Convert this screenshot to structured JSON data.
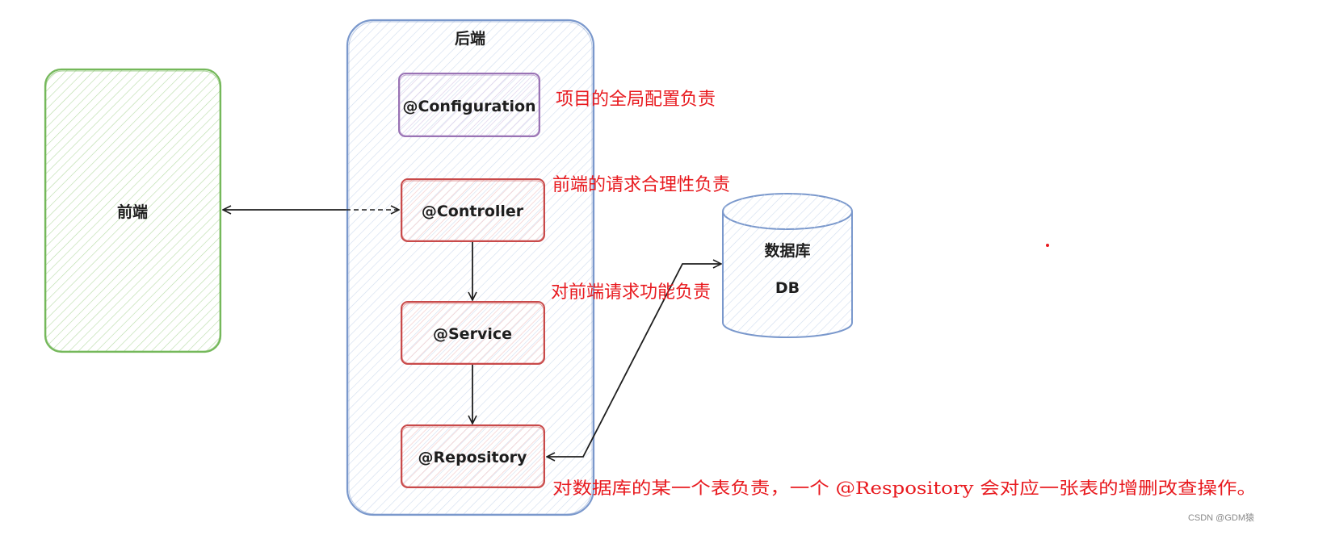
{
  "colors": {
    "frontend_stroke": "#74b85a",
    "backend_stroke": "#7a98cc",
    "config_stroke": "#9a73b5",
    "layer_stroke": "#c94a4a",
    "db_stroke": "#7a98cc",
    "note_color": "#e8191e",
    "arrow_color": "#1e1e1e"
  },
  "frontend": {
    "label": "前端"
  },
  "backend": {
    "title": "后端",
    "configuration": {
      "label": "@Configuration",
      "note": "项目的全局配置负责"
    },
    "controller": {
      "label": "@Controller",
      "note": "前端的请求合理性负责"
    },
    "service": {
      "label": "@Service",
      "note": "对前端请求功能负责"
    },
    "repository": {
      "label": "@Repository",
      "note": "对数据库的某一个表负责，一个 @Respository 会对应一张表的增删改查操作。"
    }
  },
  "database": {
    "label": "数据库",
    "sublabel": "DB"
  },
  "watermark": "CSDN @GDM猿"
}
